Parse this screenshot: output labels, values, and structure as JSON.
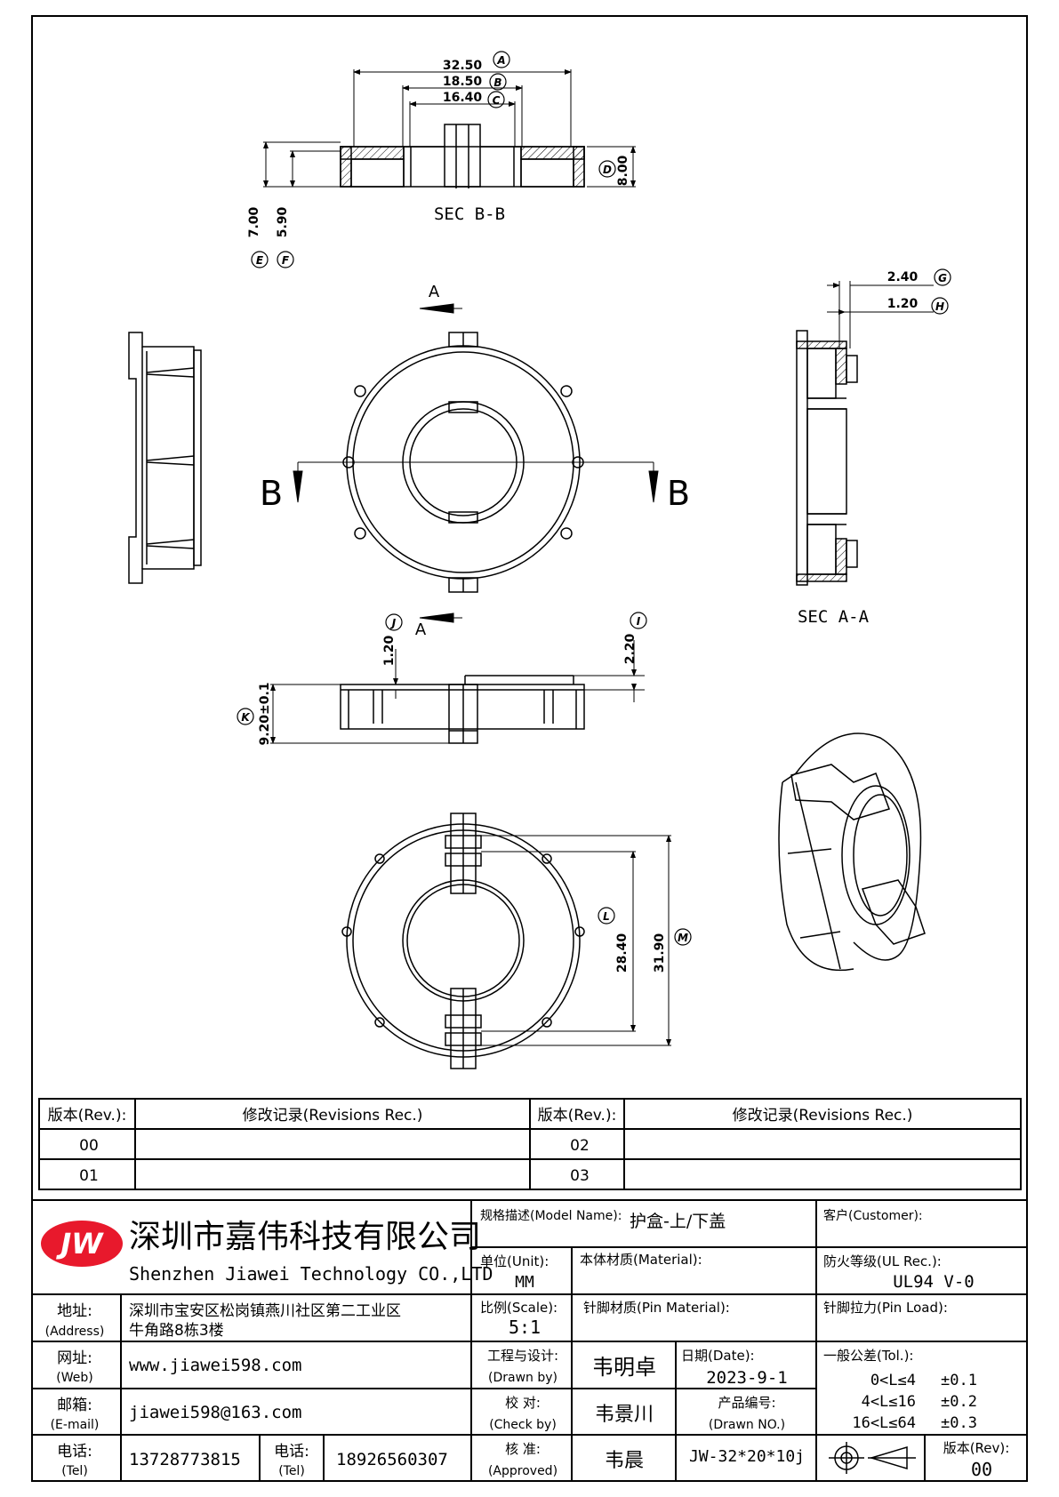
{
  "drawing": {
    "dims": {
      "a": "32.50",
      "b": "18.50",
      "c": "16.40",
      "d": "8.00",
      "e": "7.00",
      "f": "5.90",
      "g": "2.40",
      "h": "1.20",
      "i": "2.20",
      "j": "1.20",
      "k": "9.20±0.1",
      "l": "28.40",
      "m": "31.90"
    },
    "markers": {
      "a": "A",
      "b": "B",
      "c": "C",
      "d": "D",
      "e": "E",
      "f": "F",
      "g": "G",
      "h": "H",
      "i": "I",
      "j": "J",
      "k": "K",
      "l": "L",
      "m": "M"
    },
    "section_bb": "SEC B-B",
    "section_aa": "SEC A-A",
    "cut_a": "A",
    "cut_b": "B"
  },
  "revisions": {
    "rev_header": "版本(Rev.):",
    "rec_header": "修改记录(Revisions Rec.)",
    "rows": [
      {
        "rev_l": "00",
        "rev_r": "02"
      },
      {
        "rev_l": "01",
        "rev_r": "03"
      }
    ]
  },
  "title_block": {
    "logo": "JW",
    "company_cn": "深圳市嘉伟科技有限公司",
    "company_en": "Shenzhen Jiawei Technology CO.,LTD",
    "address_label_cn": "地址:",
    "address_label_en": "(Address)",
    "address_line1": "深圳市宝安区松岗镇燕川社区第二工业区",
    "address_line2": "牛角路8栋3楼",
    "web_label_cn": "网址:",
    "web_label_en": "(Web)",
    "web": "www.jiawei598.com",
    "email_label_cn": "邮箱:",
    "email_label_en": "(E-mail)",
    "email": "jiawei598@163.com",
    "tel_label_cn": "电话:",
    "tel_label_en": "(Tel)",
    "tel1": "13728773815",
    "tel2": "18926560307",
    "model_label": "规格描述(Model Name):",
    "model_value": "护盒-上/下盖",
    "customer_label": "客户(Customer):",
    "unit_label": "单位(Unit):",
    "unit_value": "MM",
    "material_label": "本体材质(Material):",
    "ul_label": "防火等级(UL Rec.):",
    "ul_value": "UL94 V-0",
    "scale_label": "比例(Scale):",
    "scale_value": "5:1",
    "pin_material_label": "针脚材质(Pin Material):",
    "pin_load_label": "针脚拉力(Pin Load):",
    "drawn_label_cn": "工程与设计:",
    "drawn_label_en": "(Drawn by)",
    "drawn_value": "韦明卓",
    "date_label": "日期(Date):",
    "date_value": "2023-9-1",
    "tol_label": "一般公差(Tol.):",
    "tol_rows": [
      {
        "range": "0<L≤4",
        "tol": "±0.1"
      },
      {
        "range": "4<L≤16",
        "tol": "±0.2"
      },
      {
        "range": "16<L≤64",
        "tol": "±0.3"
      }
    ],
    "check_label_cn": "校  对:",
    "check_label_en": "(Check by)",
    "check_value": "韦景川",
    "drawing_no_label_cn": "产品编号:",
    "drawing_no_label_en": "(Drawn NO.)",
    "approved_label_cn": "核  准:",
    "approved_label_en": "(Approved)",
    "approved_value": "韦晨",
    "drawing_no": "JW-32*20*10j",
    "rev_label": "版本(Rev):",
    "rev_value": "00"
  }
}
